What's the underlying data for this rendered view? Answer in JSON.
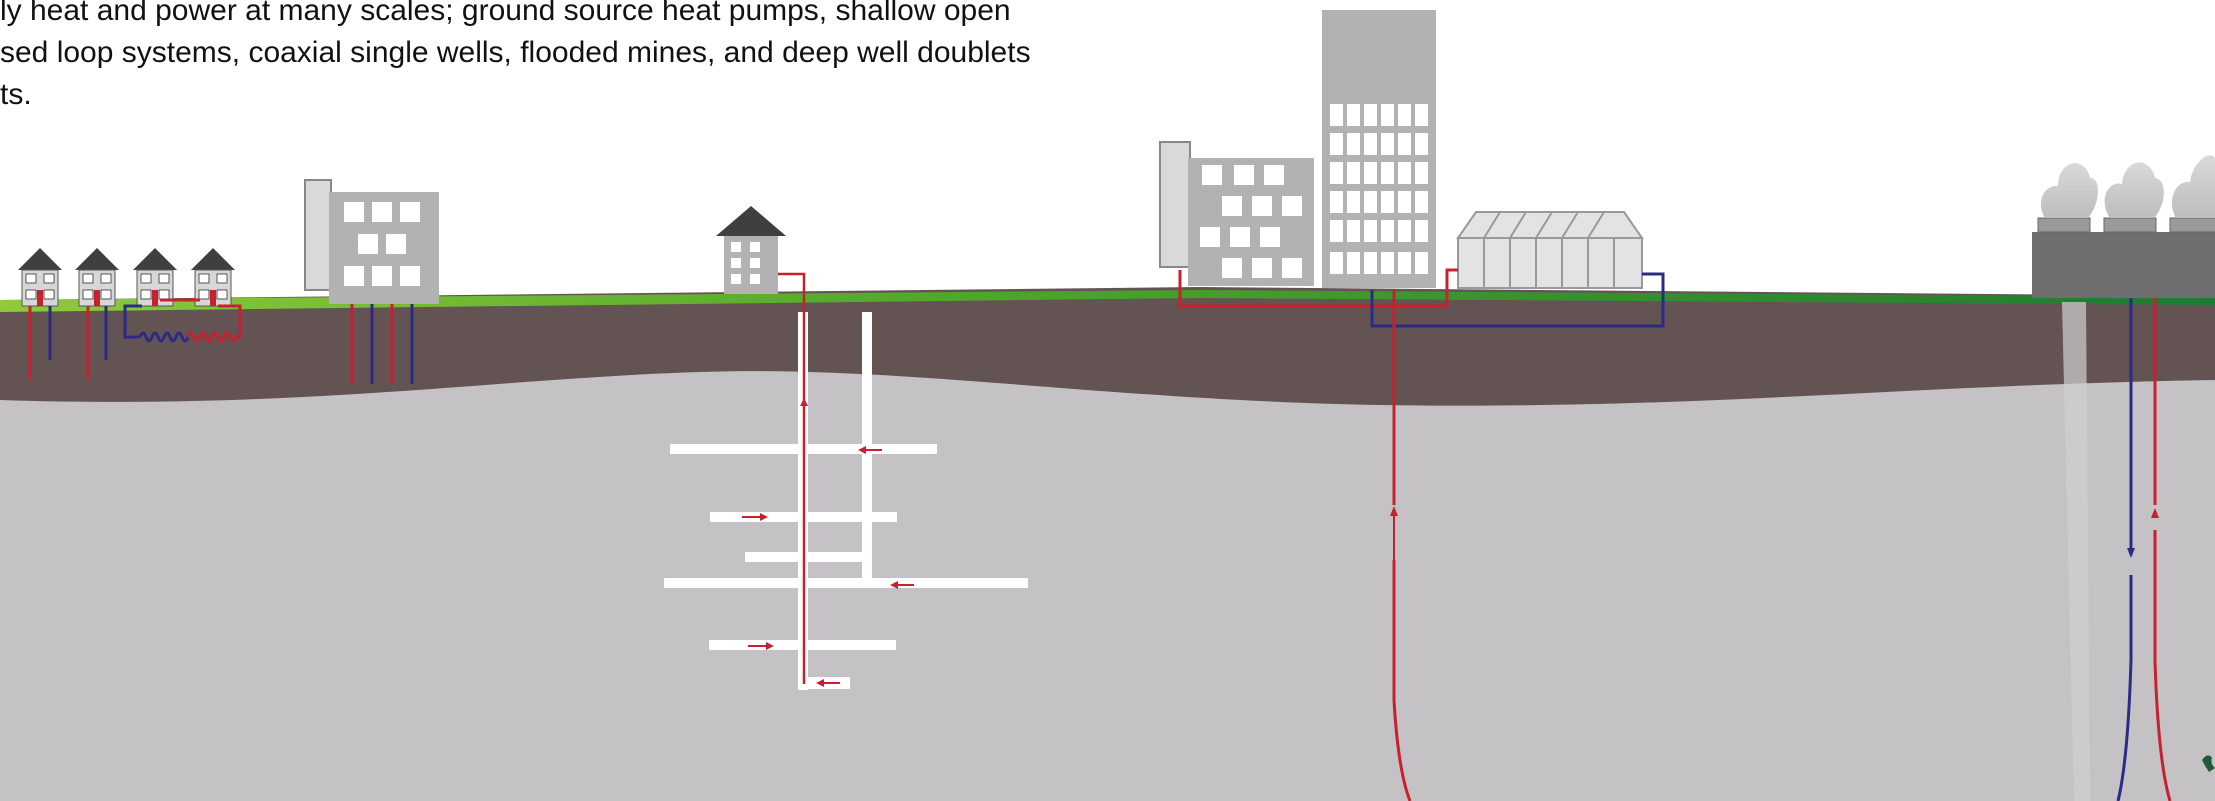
{
  "caption": {
    "line1": "ly heat and power at many scales; ground source heat pumps, shallow open",
    "line2": "sed loop systems,  coaxial single wells, flooded mines, and deep well doublets",
    "line3": "ts."
  },
  "colors": {
    "sky": "#ffffff",
    "grass": "#6cbb2c",
    "topsoil": "#645353",
    "bedrock": "#c4c2c4",
    "building": "#b2b2b2",
    "roof": "#3f3f3f",
    "hot_pipe": "#c8202e",
    "cold_pipe": "#2b2b86",
    "mine_shaft": "#ffffff"
  },
  "systems": [
    "ground-source-heat-pumps",
    "open-loop",
    "closed-loop",
    "coaxial-single-well",
    "flooded-mine",
    "deep-well-doublet"
  ]
}
